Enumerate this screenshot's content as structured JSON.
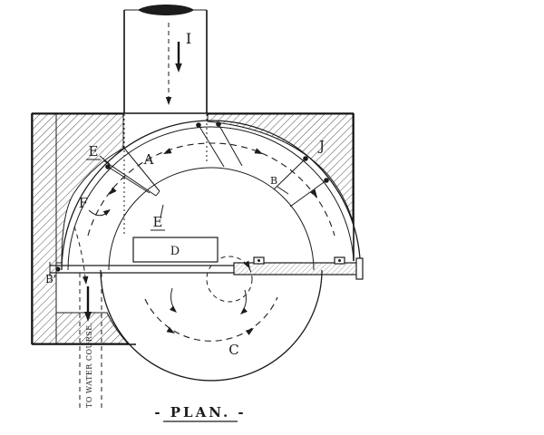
{
  "figure": {
    "kind": "patent-style plan drawing of a water turbine with spiral (volute) casing",
    "title": "- PLAN. -",
    "labels": {
      "inlet_flume": "I",
      "casing_masonry": "J",
      "volute_chamber": "A",
      "guide_gate_outer": "E",
      "guide_gate_inner": "E",
      "gate_lever": "F",
      "draft_box": "D",
      "vane_pivot": "B",
      "left_shaft_end": "B'",
      "runner_wheel": "C"
    },
    "annotations": {
      "watercourse": "TO WATER COURSE."
    },
    "colors": {
      "ink": "#1c1c1c",
      "paper": "#ffffff"
    }
  }
}
